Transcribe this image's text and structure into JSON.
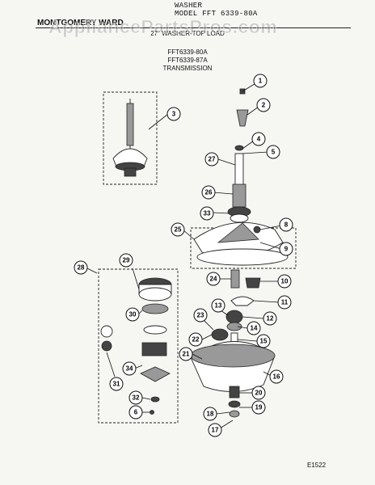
{
  "header": {
    "model_line": "WASHER\nMODEL FFT 6339-80A",
    "brand": "MONTGOMERY WARD",
    "subtitle": "27\" WASHER-TOP LOAD",
    "models": [
      "FFT6339-80A",
      "FFT6339-87A"
    ],
    "section": "TRANSMISSION"
  },
  "watermark": "AppliancePartsPros.com",
  "reference_code": "E1522",
  "callouts": [
    "1",
    "2",
    "3",
    "4",
    "5",
    "6",
    "8",
    "9",
    "10",
    "11",
    "12",
    "13",
    "14",
    "15",
    "16",
    "17",
    "18",
    "19",
    "20",
    "21",
    "22",
    "23",
    "24",
    "25",
    "26",
    "27",
    "28",
    "29",
    "30",
    "31",
    "32",
    "33",
    "34"
  ]
}
